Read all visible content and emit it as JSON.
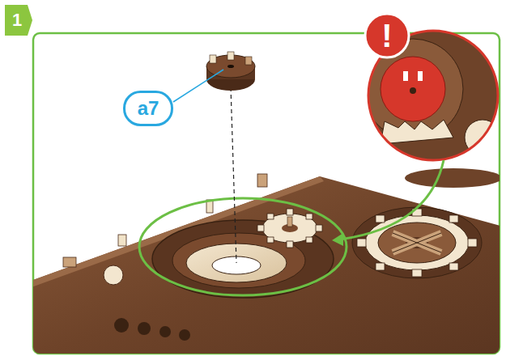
{
  "diagram": {
    "nodes": [
      {
        "text": [
          "1"
        ]
      },
      {
        "text": [
          "a7"
        ]
      },
      {
        "text": [
          "!"
        ]
      }
    ]
  }
}
